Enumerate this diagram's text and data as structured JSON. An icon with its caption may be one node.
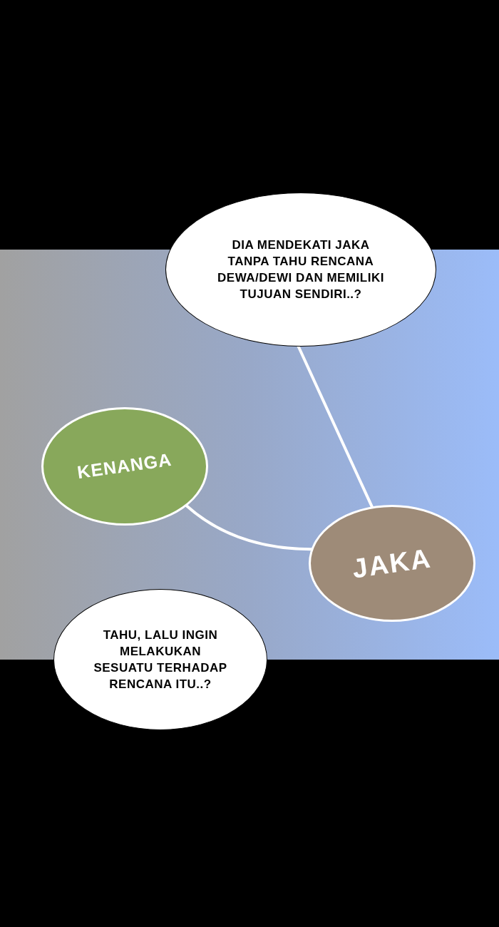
{
  "diagram": {
    "nodes": [
      {
        "text": [
          "DIA MENDEKATI JAKA TANPA TAHU RENCANA DEWA/DEWI DAN MEMILIKI TUJUAN SENDIRI..?"
        ]
      },
      {
        "text": [
          "KENANGA"
        ]
      },
      {
        "text": [
          "JAKA"
        ]
      },
      {
        "text": [
          "TAHU, LALU INGIN MELAKUKAN SESUATU TERHADAP RENCANA ITU..?"
        ]
      }
    ],
    "edges": [
      {
        "from": 0,
        "to": 2,
        "arrow": "none"
      },
      {
        "from": 1,
        "to": 2,
        "arrow": "none"
      }
    ]
  }
}
